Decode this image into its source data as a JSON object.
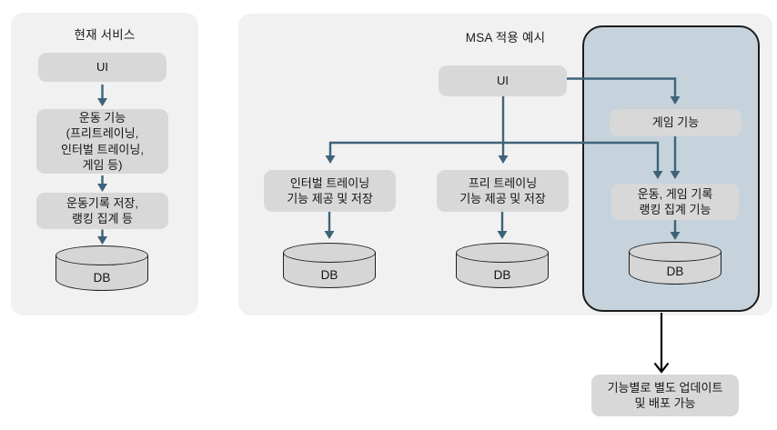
{
  "colors": {
    "panel_bg": "#f1f1f1",
    "box_bg": "#d8d8d8",
    "blue_panel_bg": "#c6d3dc",
    "blue_panel_border": "#1c1c1c",
    "arrow_blue": "#3e6379",
    "arrow_black": "#000000",
    "db_fill": "#d6d6d6"
  },
  "left_panel": {
    "title": "현재 서비스",
    "ui_label": "UI",
    "exercise_feature_label": "운동 기능\n(프리트레이닝,\n인터벌 트레이닝,\n게임 등)",
    "record_store_label": "운동기록 저장,\n랭킹 집계 등",
    "db_label": "DB"
  },
  "right_panel": {
    "title": "MSA 적용 예시",
    "ui_label": "UI",
    "interval_service_label": "인터벌 트레이닝\n기능 제공 및 저장",
    "free_service_label": "프리 트레이닝\n기능 제공 및 저장",
    "interval_db_label": "DB",
    "free_db_label": "DB",
    "highlight_group": {
      "game_feature_label": "게임 기능",
      "record_ranking_label": "운동, 게임 기록\n랭킹 집계 기능",
      "db_label": "DB"
    },
    "callout_label": "기능별로 별도 업데이트\n및 배포 가능"
  }
}
